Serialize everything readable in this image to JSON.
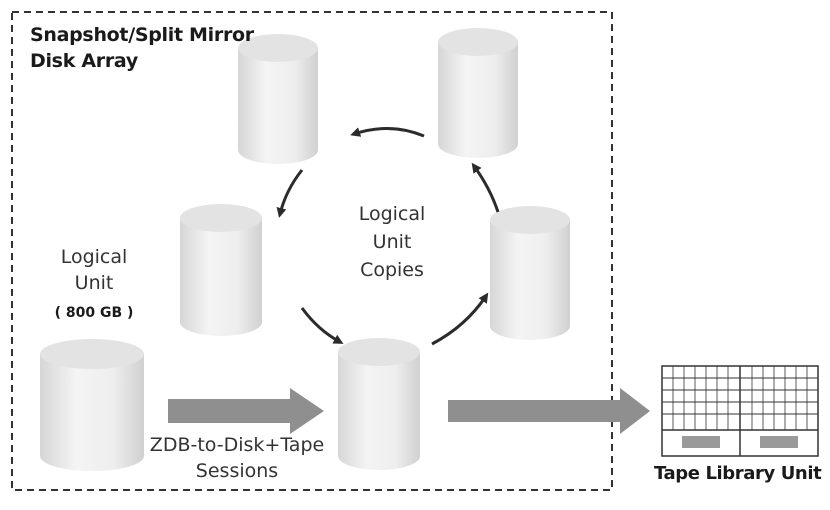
{
  "array_title_line1": "Snapshot/Split Mirror",
  "array_title_line2": "Disk Array",
  "logical_unit": {
    "line1": "Logical",
    "line2": "Unit",
    "size": "( 800 GB )"
  },
  "copies_label": {
    "line1": "Logical",
    "line2": "Unit",
    "line3": "Copies"
  },
  "sessions_label": {
    "line1": "ZDB-to-Disk+Tape",
    "line2": "Sessions"
  },
  "tape_library_label": "Tape Library Unit",
  "colors": {
    "cylinder_light": "#f1f1f1",
    "cylinder_dark": "#d9d9d9",
    "arrow_gray": "#8f8f8f",
    "curve_arrow": "#2b2b2b",
    "border_dash": "#333333"
  }
}
